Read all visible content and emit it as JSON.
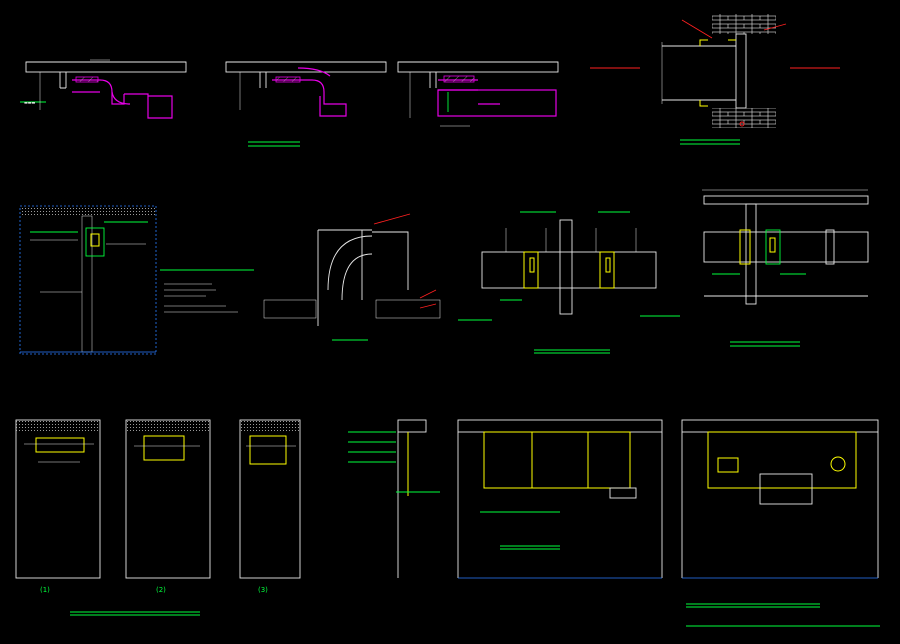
{
  "drawing": {
    "background": "#000000",
    "colors": {
      "line": "#e8e8e8",
      "annotation": "#00ff3c",
      "duct": "#e600e6",
      "leader": "#ff2020",
      "damper": "#ffff00",
      "section": "#2a7cff",
      "insulation": "#00e5e5"
    }
  },
  "labels": {
    "sub_1": "(1)",
    "sub_2": "(2)",
    "sub_3": "(3)"
  }
}
